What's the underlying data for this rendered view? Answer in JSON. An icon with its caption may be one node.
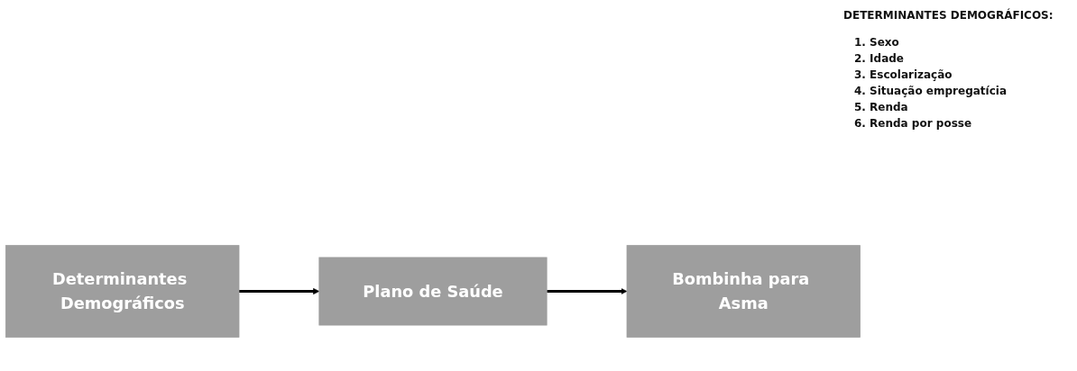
{
  "diagram": {
    "nodes": [
      {
        "text": [
          "Determinantes Demográficos"
        ]
      },
      {
        "text": [
          "Plano de Saúde"
        ]
      },
      {
        "text": [
          "Bombinha para Asma"
        ]
      }
    ],
    "edges": [
      {
        "from": 0,
        "to": 1,
        "arrow": "to"
      },
      {
        "from": 1,
        "to": 2,
        "arrow": "to"
      }
    ],
    "labels": [
      "DETERMINANTES DEMOGRÁFICOS:",
      "1. Sexo",
      "2. Idade",
      "3. Escolarização",
      "4. Situação empregatícia",
      "5. Renda",
      "6. Renda por posse"
    ]
  }
}
